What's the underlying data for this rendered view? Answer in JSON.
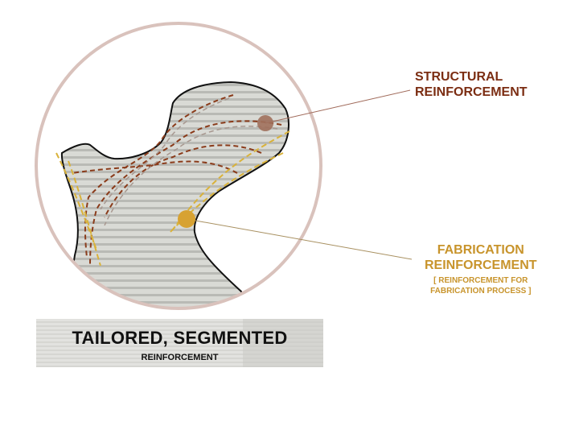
{
  "labels": {
    "structural": {
      "line1": "STRUCTURAL",
      "line2": "REINFORCEMENT"
    },
    "fabrication": {
      "line1": "FABRICATION",
      "line2": "REINFORCEMENT",
      "sub1": "[ REINFORCEMENT FOR",
      "sub2": "FABRICATION PROCESS ]"
    }
  },
  "banner": {
    "title": "TAILORED, SEGMENTED",
    "subtitle": "REINFORCEMENT"
  },
  "colors": {
    "structural": "#7b2d12",
    "fabrication": "#c8942c",
    "circle": "#d9c2bc"
  }
}
